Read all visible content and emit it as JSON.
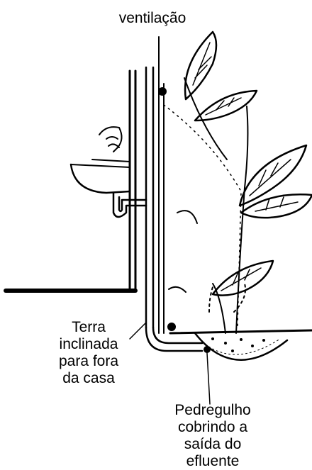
{
  "labels": {
    "ventilation": "ventilação",
    "slope": [
      "Terra",
      "inclinada",
      "para fora",
      "da casa"
    ],
    "gravel": [
      "Pedregulho",
      "cobrindo a",
      "saída do",
      "efluente"
    ]
  },
  "colors": {
    "ink": "#000000",
    "background": "#ffffff"
  }
}
